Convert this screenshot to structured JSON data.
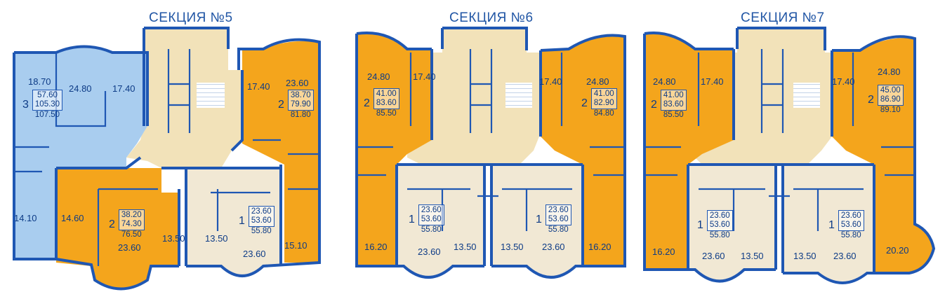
{
  "colors": {
    "wall": "#1f57b3",
    "orange_apartment": "#f4a51c",
    "blue_apartment": "#a9cdef",
    "beige_apartment": "#f1e8d4",
    "common_area": "#f2e2b9",
    "title_text": "#2156a5",
    "area_text": "#0d3b86"
  },
  "sections": [
    {
      "title": "СЕКЦИЯ №5",
      "areas": [
        "18.70",
        "24.80",
        "17.40",
        "17.40",
        "23.60",
        "14.10",
        "14.60",
        "23.60",
        "13.50",
        "13.50",
        "23.60",
        "15.10"
      ],
      "units": [
        {
          "rooms": "3",
          "values": [
            "57.60",
            "105.30",
            "107.50"
          ],
          "boxed": 2
        },
        {
          "rooms": "2",
          "values": [
            "38.70",
            "79.90",
            "81.80"
          ],
          "boxed": 2
        },
        {
          "rooms": "2",
          "values": [
            "38.20",
            "74.30",
            "76.50"
          ],
          "boxed": 2
        },
        {
          "rooms": "1",
          "values": [
            "23.60",
            "53.60",
            "55.80"
          ],
          "boxed": 2
        }
      ]
    },
    {
      "title": "СЕКЦИЯ №6",
      "areas": [
        "24.80",
        "17.40",
        "17.40",
        "24.80",
        "16.20",
        "23.60",
        "13.50",
        "13.50",
        "23.60",
        "16.20"
      ],
      "units": [
        {
          "rooms": "2",
          "values": [
            "41.00",
            "83.60",
            "85.50"
          ],
          "boxed": 2
        },
        {
          "rooms": "2",
          "values": [
            "41.00",
            "82.90",
            "84.80"
          ],
          "boxed": 2
        },
        {
          "rooms": "1",
          "values": [
            "23.60",
            "53.60",
            "55.80"
          ],
          "boxed": 2
        },
        {
          "rooms": "1",
          "values": [
            "23.60",
            "53.60",
            "55.80"
          ],
          "boxed": 2
        }
      ]
    },
    {
      "title": "СЕКЦИЯ №7",
      "areas": [
        "24.80",
        "17.40",
        "17.40",
        "24.80",
        "16.20",
        "23.60",
        "13.50",
        "13.50",
        "23.60",
        "20.20"
      ],
      "units": [
        {
          "rooms": "2",
          "values": [
            "41.00",
            "83.60",
            "85.50"
          ],
          "boxed": 2
        },
        {
          "rooms": "2",
          "values": [
            "45.00",
            "86.90",
            "89.10"
          ],
          "boxed": 2
        },
        {
          "rooms": "1",
          "values": [
            "23.60",
            "53.60",
            "55.80"
          ],
          "boxed": 2
        },
        {
          "rooms": "1",
          "values": [
            "23.60",
            "53.60",
            "55.80"
          ],
          "boxed": 2
        }
      ]
    }
  ]
}
